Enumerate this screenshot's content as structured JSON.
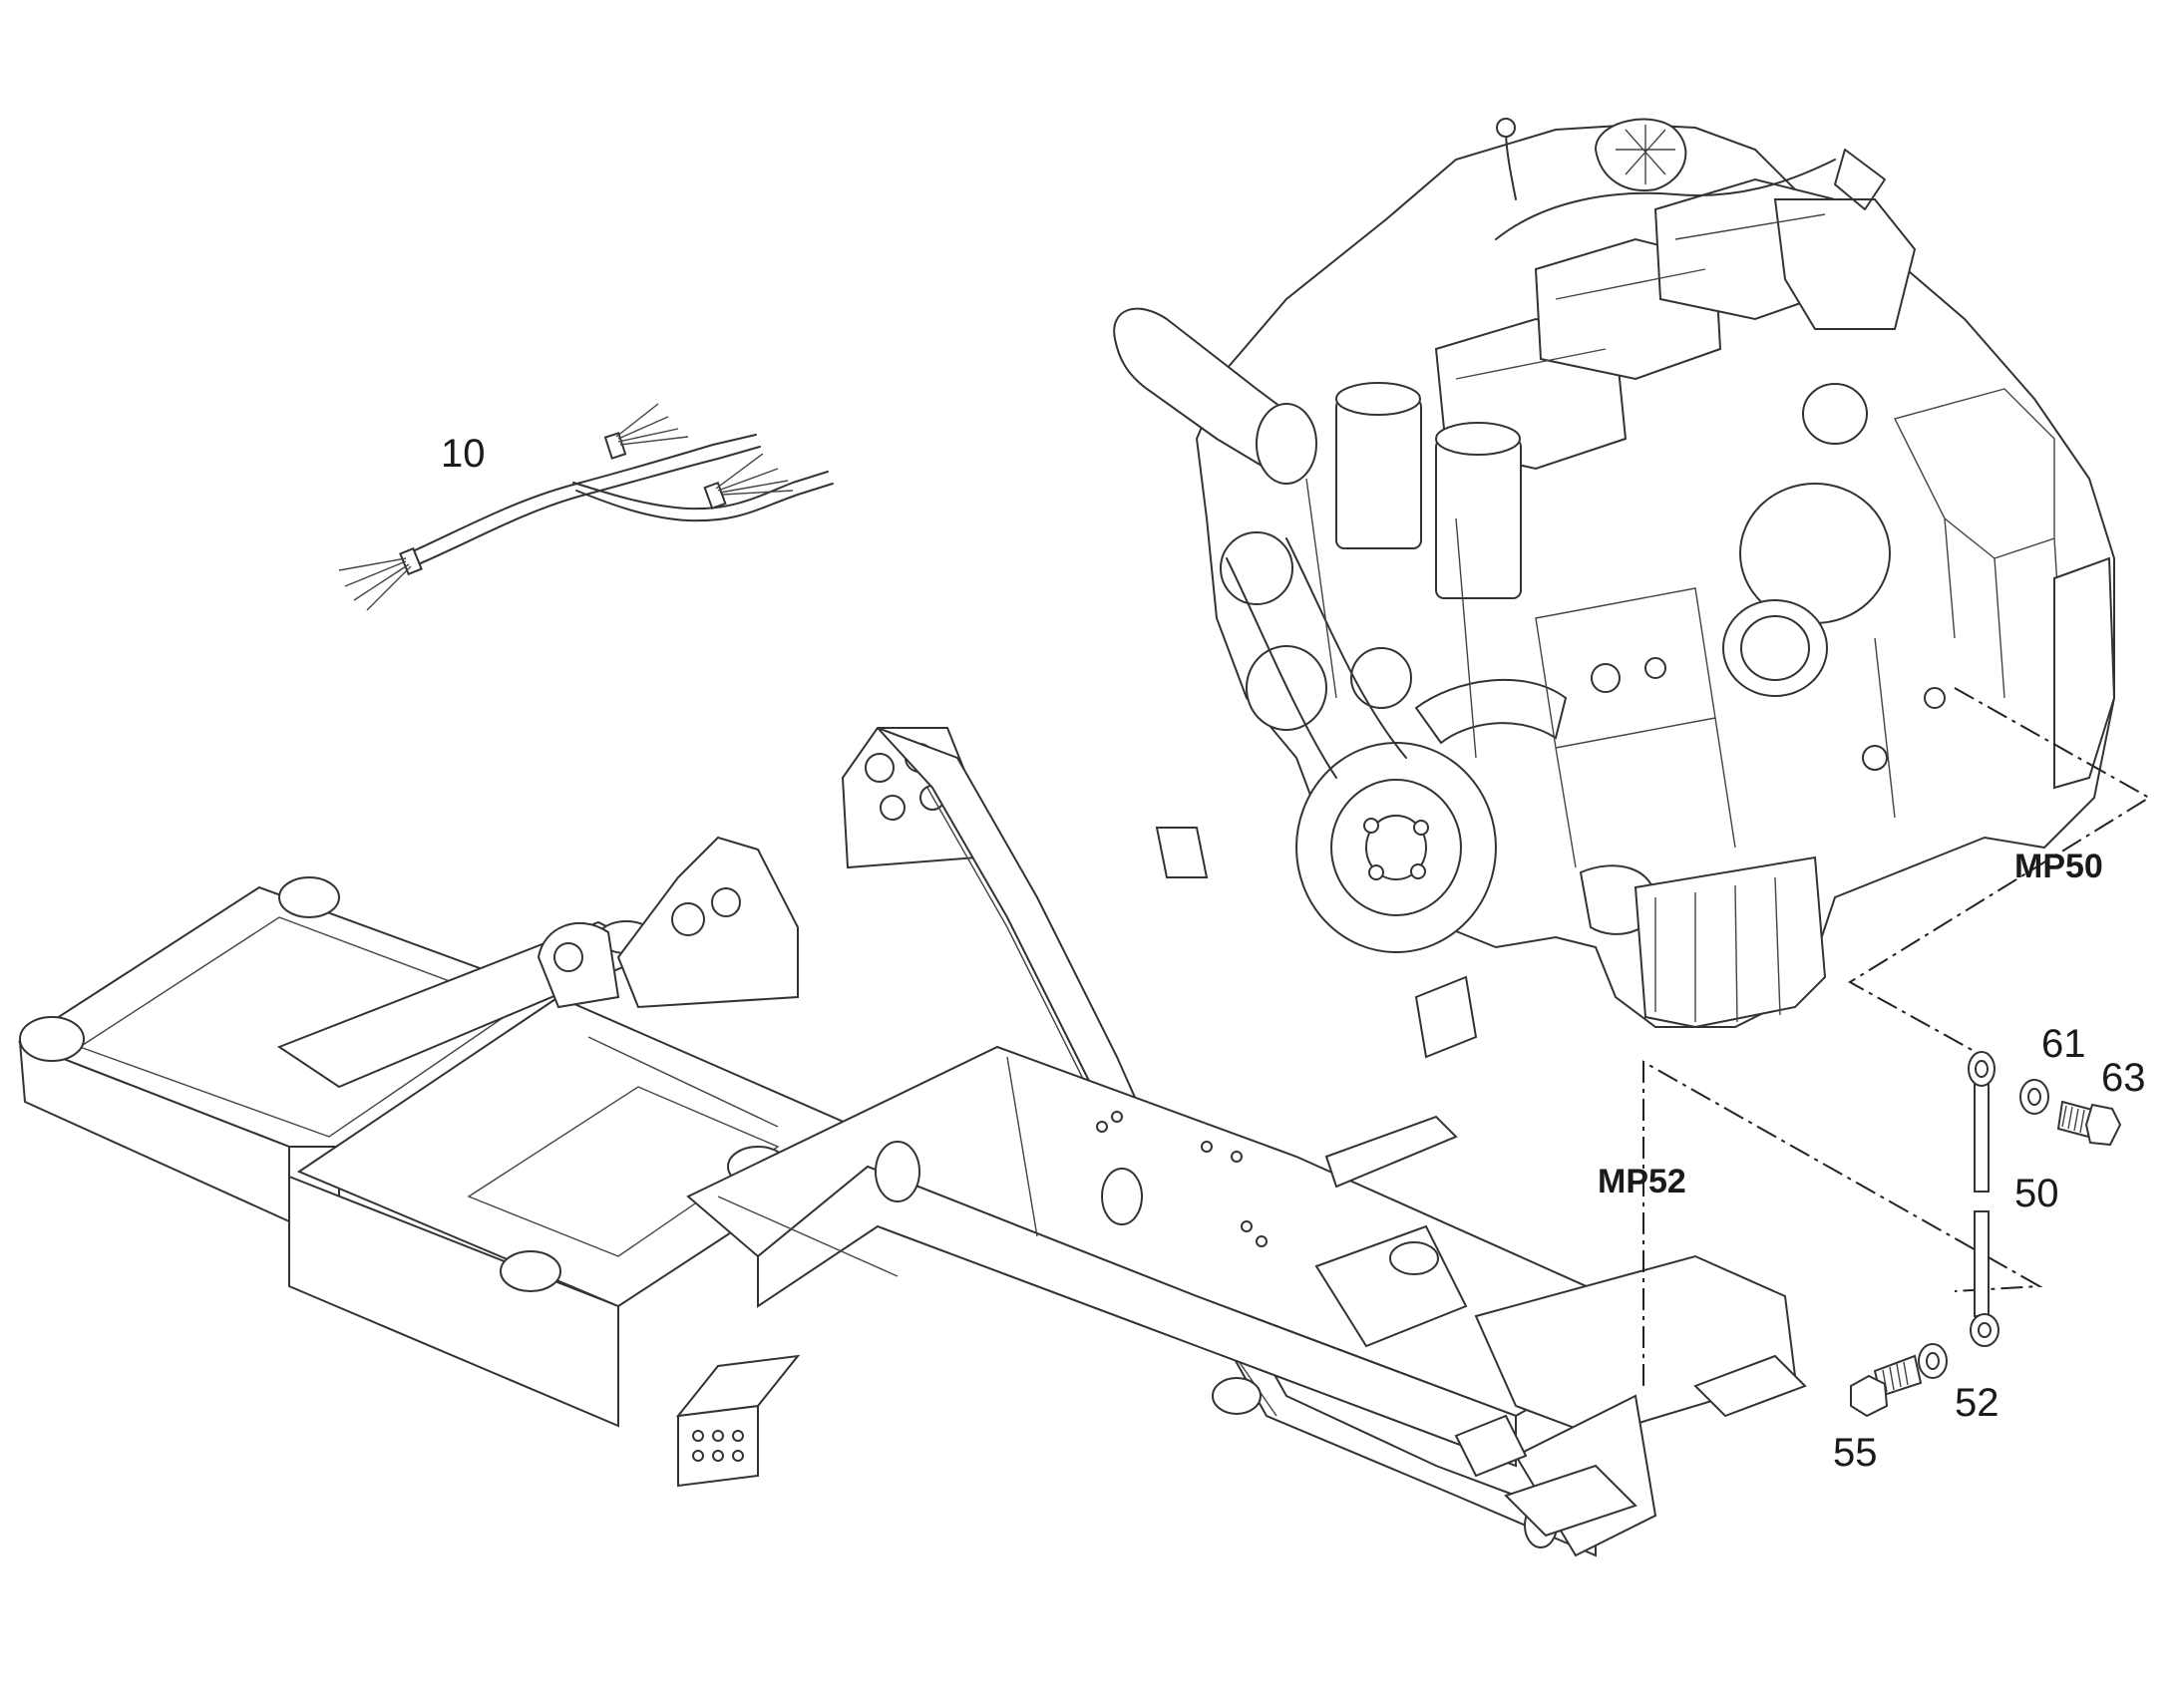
{
  "callouts": {
    "harness": "10",
    "rod": "50",
    "washer_bottom": "52",
    "bolt_bottom": "55",
    "washer_top": "61",
    "bolt_top": "63"
  },
  "measure_points": {
    "upper": "MP50",
    "lower": "MP52"
  },
  "parts": {
    "harness": "wire-harness",
    "engine": "engine-assembly",
    "frame": "machine-frame",
    "rod": "ground-strap-rod",
    "bolts": "hex-bolt",
    "washers": "flat-washer"
  }
}
